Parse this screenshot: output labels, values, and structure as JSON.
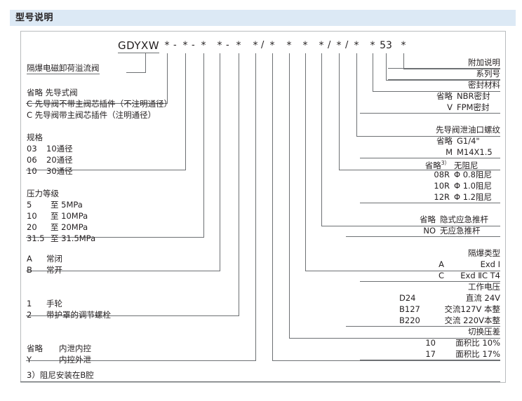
{
  "header": {
    "title": "型号说明"
  },
  "model_code": {
    "prefix": "GDYXW",
    "tokens": [
      "*",
      "-",
      "*",
      "-",
      "*",
      "*",
      "-",
      "*",
      "*",
      "/",
      "*",
      "*",
      "*",
      "*",
      "/",
      "*",
      "/",
      "*",
      "*",
      "53",
      "*"
    ]
  },
  "left_blocks": [
    {
      "name": "product-name",
      "lines": [
        "隔爆电磁卸荷溢流阀"
      ]
    },
    {
      "name": "pilot-valve-type",
      "lines": [
        "省略  先导式阀",
        "C  先导阀不带主阀芯插件（不注明通径）",
        "C  先导阀带主阀芯插件（注明通径）"
      ]
    },
    {
      "name": "size-spec",
      "title": "规格",
      "rows": [
        {
          "code": "03",
          "desc": "10通径"
        },
        {
          "code": "06",
          "desc": "20通径"
        },
        {
          "code": "10",
          "desc": "30通径"
        }
      ]
    },
    {
      "name": "pressure-rating",
      "title": "压力等级",
      "rows": [
        {
          "code": "5",
          "desc": "至  5MPa"
        },
        {
          "code": "10",
          "desc": "至 10MPa"
        },
        {
          "code": "20",
          "desc": "至 20MPa"
        },
        {
          "code": "31.5",
          "desc": "至 31.5MPa"
        }
      ]
    },
    {
      "name": "valve-function",
      "rows": [
        {
          "code": "A",
          "desc": "常闭"
        },
        {
          "code": "B",
          "desc": "常开"
        }
      ]
    },
    {
      "name": "adjustment-type",
      "rows": [
        {
          "code": "1",
          "desc": "手轮"
        },
        {
          "code": "2",
          "desc": "带护罩的调节螺栓"
        }
      ]
    },
    {
      "name": "drain-control",
      "rows": [
        {
          "code": "省略",
          "desc": "内泄内控"
        },
        {
          "code": "Y",
          "desc": "内控外泄"
        }
      ]
    }
  ],
  "right_blocks": [
    {
      "name": "additional-note",
      "title": "附加说明",
      "rows": []
    },
    {
      "name": "series-number",
      "title": "系列号",
      "rows": []
    },
    {
      "name": "seal-material",
      "title": "密封材料",
      "rows": [
        {
          "code": "省略",
          "desc": "NBR密封"
        },
        {
          "code": "V",
          "desc": "FPM密封"
        }
      ]
    },
    {
      "name": "pilot-drain-thread",
      "title": "先导阀泄油口螺纹",
      "rows": [
        {
          "code": "省略",
          "desc": "G1/4\""
        },
        {
          "code": "M",
          "desc": "M14X1.5"
        }
      ]
    },
    {
      "name": "damping-orifice",
      "title": "",
      "rows": [
        {
          "code": "省略",
          "sup": "3）",
          "desc": "无阻尼"
        },
        {
          "code": "08R",
          "desc": "Φ 0.8阻尼"
        },
        {
          "code": "10R",
          "desc": "Φ 1.0阻尼"
        },
        {
          "code": "12R",
          "desc": "Φ 1.2阻尼"
        }
      ]
    },
    {
      "name": "emergency-pushrod",
      "title": "",
      "rows": [
        {
          "code": "省略",
          "desc": "隐式应急推杆"
        },
        {
          "code": "NO",
          "desc": "无应急推杆"
        }
      ]
    },
    {
      "name": "explosion-proof-type",
      "title": "隔爆类型",
      "rows": [
        {
          "code": "A",
          "desc": "Exd Ⅰ"
        },
        {
          "code": "C",
          "desc": "Exd ⅡC T4"
        }
      ]
    },
    {
      "name": "working-voltage",
      "title": "工作电压",
      "rows": [
        {
          "code": "D24",
          "desc": "直流 24V"
        },
        {
          "code": "B127",
          "desc": "交流127V 本整"
        },
        {
          "code": "B220",
          "desc": "交流 220V本整"
        }
      ]
    },
    {
      "name": "switching-pressure-differential",
      "title": "切换压差",
      "rows": [
        {
          "code": "10",
          "desc": "面积比  10%"
        },
        {
          "code": "17",
          "desc": "面积比  17%"
        }
      ]
    }
  ],
  "footnote": {
    "text": "3）阻尼安装在B腔"
  },
  "colors": {
    "header_bg": "#dce9f5",
    "line": "#6d7073",
    "frame": "#b9bcbe",
    "text": "#231f20"
  }
}
